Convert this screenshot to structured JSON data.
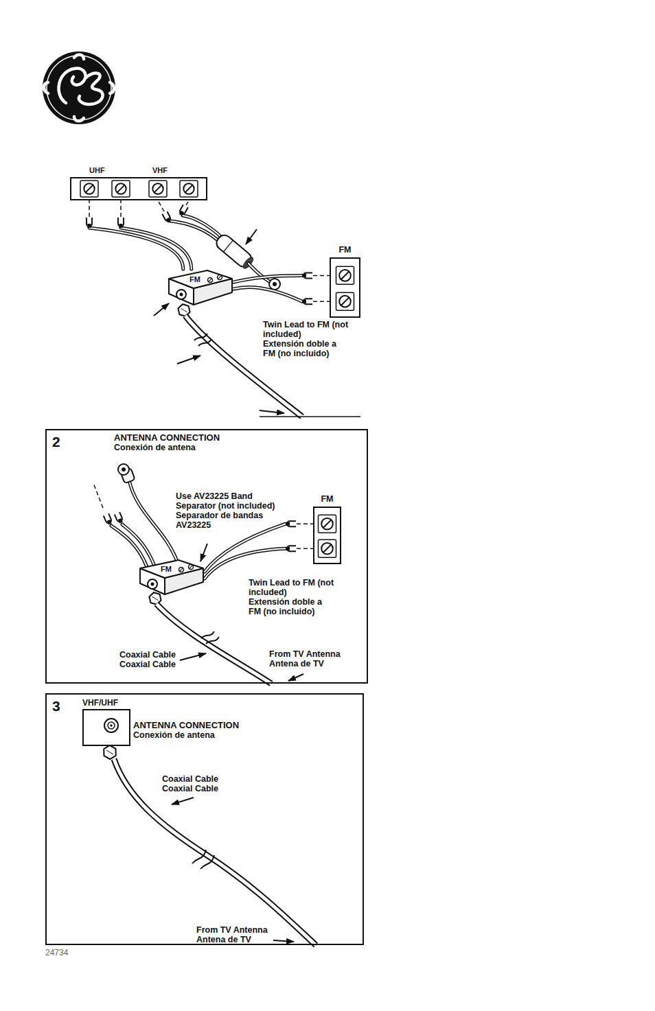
{
  "diagram": {
    "nodes": [
      {
        "text": [
          "UHF",
          "VHF"
        ]
      },
      {
        "text": [
          "FM"
        ]
      },
      {
        "text": [
          "FM"
        ]
      },
      {
        "text": [
          "2"
        ]
      },
      {
        "text": [
          "FM"
        ],
        "in": 3
      },
      {
        "text": [
          "FM"
        ],
        "in": 3
      },
      {
        "text": [
          "3"
        ]
      },
      {
        "text": [
          "VHF/UHF"
        ],
        "in": 6
      }
    ],
    "edges": [
      {
        "from": 1,
        "to": 0,
        "arrow": "none"
      },
      {
        "from": 1,
        "to": 2,
        "arrow": "none"
      },
      {
        "from": 5,
        "to": 4,
        "arrow": "none"
      }
    ],
    "labels": [
      "Twin Lead to FM (not included)",
      "Extensión doble a FM (no incluido)",
      "ANTENNA CONNECTION",
      "Conexión de antena",
      "Use AV23225 Band Separator (not included)",
      "Separador de bandas AV23225",
      "Twin Lead to FM (not included)",
      "Extensión doble a FM (no incluido)",
      "Coaxial Cable",
      "Coaxial Cable",
      "From TV Antenna",
      "Antena de TV",
      "ANTENNA CONNECTION",
      "Conexión de antena",
      "Coaxial Cable",
      "Coaxial Cable",
      "From TV Antenna",
      "Antena de TV",
      "24734"
    ]
  }
}
